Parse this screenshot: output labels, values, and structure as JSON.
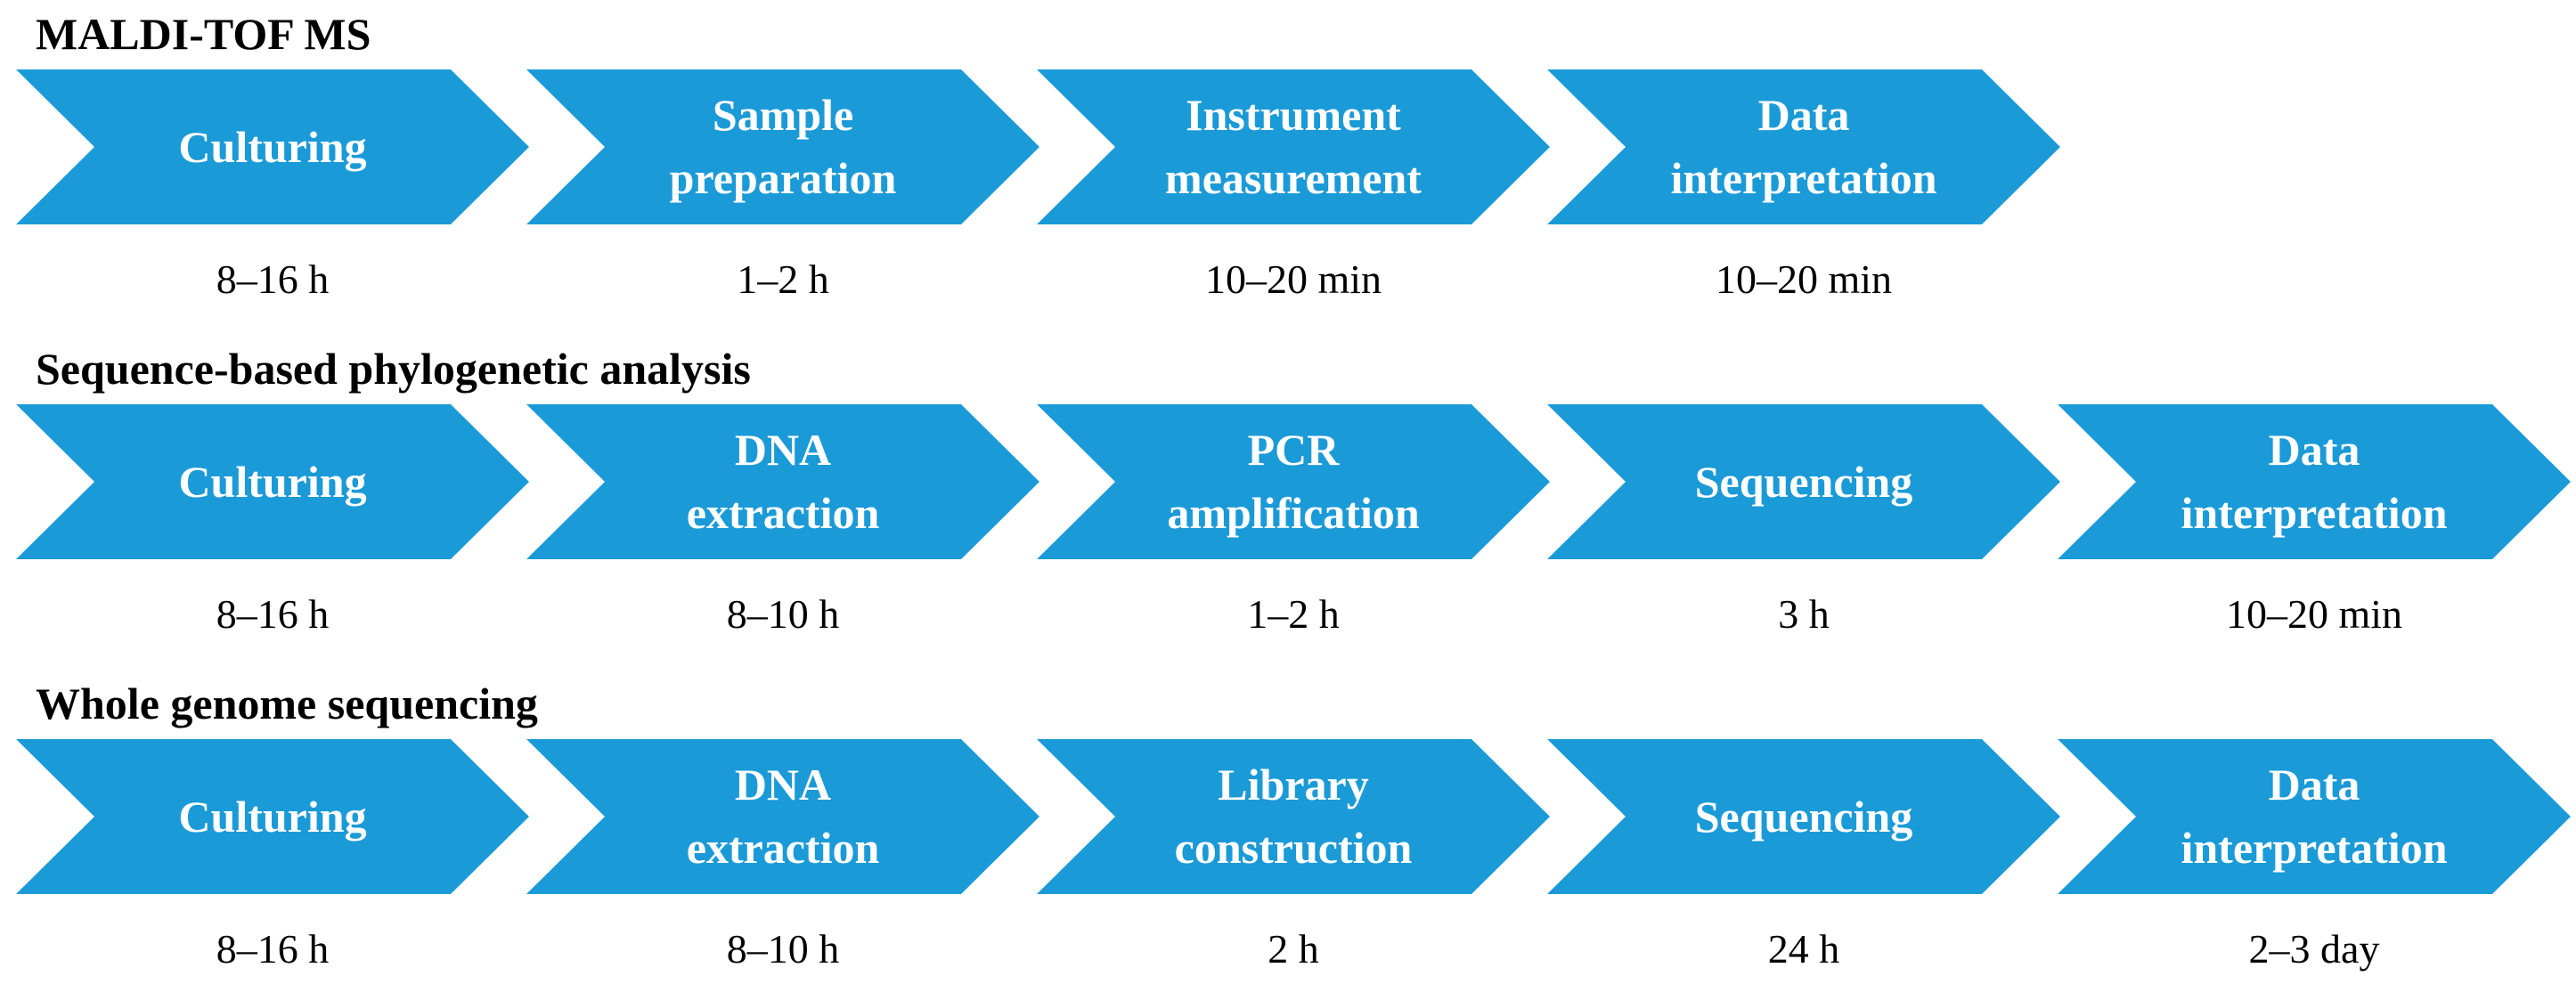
{
  "colors": {
    "chevron_fill": "#1b9ad8",
    "chevron_text": "#ffffff",
    "title_text": "#000000",
    "time_text": "#000000"
  },
  "workflows": [
    {
      "title": "MALDI-TOF MS",
      "steps": [
        {
          "label": [
            "Culturing"
          ],
          "time": "8–16 h"
        },
        {
          "label": [
            "Sample",
            "preparation"
          ],
          "time": "1–2 h"
        },
        {
          "label": [
            "Instrument",
            "measurement"
          ],
          "time": "10–20 min"
        },
        {
          "label": [
            "Data",
            "interpretation"
          ],
          "time": "10–20 min"
        }
      ]
    },
    {
      "title": "Sequence-based phylogenetic analysis",
      "steps": [
        {
          "label": [
            "Culturing"
          ],
          "time": "8–16 h"
        },
        {
          "label": [
            "DNA",
            "extraction"
          ],
          "time": "8–10 h"
        },
        {
          "label": [
            "PCR",
            "amplification"
          ],
          "time": "1–2 h"
        },
        {
          "label": [
            "Sequencing"
          ],
          "time": "3 h"
        },
        {
          "label": [
            "Data",
            "interpretation"
          ],
          "time": "10–20 min"
        }
      ]
    },
    {
      "title": "Whole genome sequencing",
      "steps": [
        {
          "label": [
            "Culturing"
          ],
          "time": "8–16 h"
        },
        {
          "label": [
            "DNA",
            "extraction"
          ],
          "time": "8–10 h"
        },
        {
          "label": [
            "Library",
            "construction"
          ],
          "time": "2 h"
        },
        {
          "label": [
            "Sequencing"
          ],
          "time": "24 h"
        },
        {
          "label": [
            "Data",
            "interpretation"
          ],
          "time": "2–3 day"
        }
      ]
    }
  ]
}
